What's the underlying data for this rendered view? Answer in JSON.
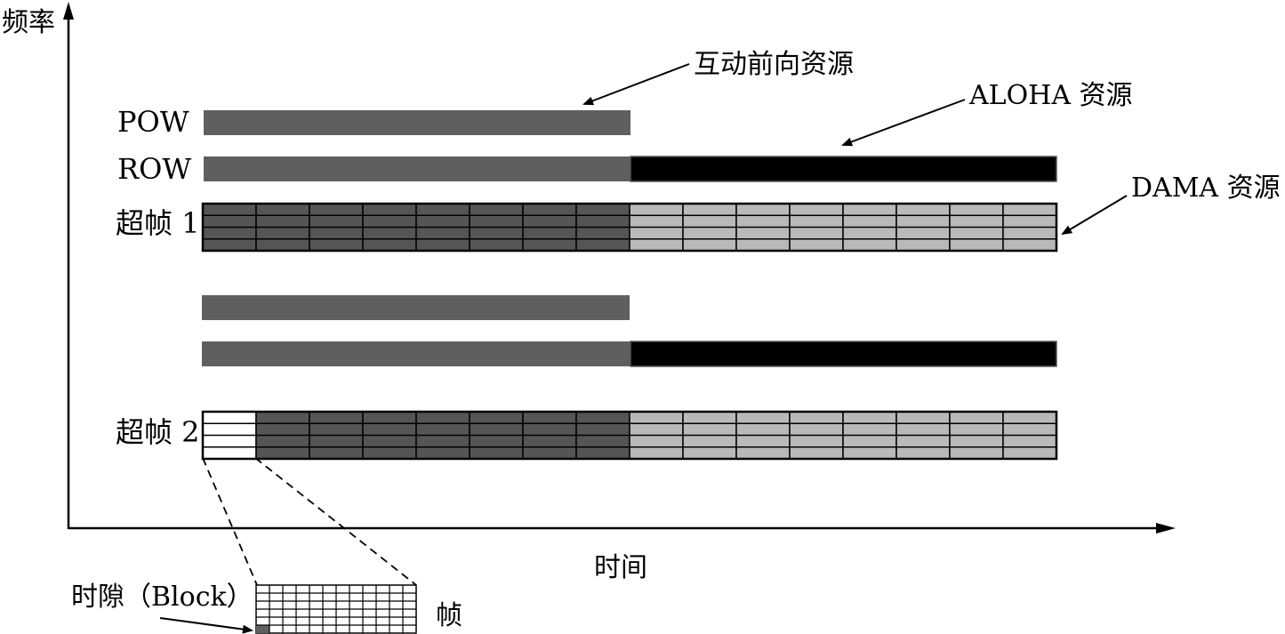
{
  "axes": {
    "y_label": "频率",
    "x_label": "时间"
  },
  "rows": {
    "pow_label": "POW",
    "row_label": "ROW",
    "superframe1_label": "超帧 1",
    "superframe2_label": "超帧 2"
  },
  "annotations": {
    "interactive_forward": "互动前向资源",
    "aloha": "ALOHA 资源",
    "dama": "DAMA 资源",
    "timeslot": "时隙（Block）",
    "frame": "帧"
  },
  "structure": {
    "frames_per_superframe": 16,
    "slots_per_frame": 4,
    "forward_frames": 8,
    "zoom_grid_cols": 12,
    "zoom_grid_rows": 6
  },
  "colors": {
    "forward": "#5f5f5f",
    "aloha": "#000000",
    "dama": "#b9b9b9",
    "superframe_forward": "#555555",
    "blank": "#ffffff"
  }
}
